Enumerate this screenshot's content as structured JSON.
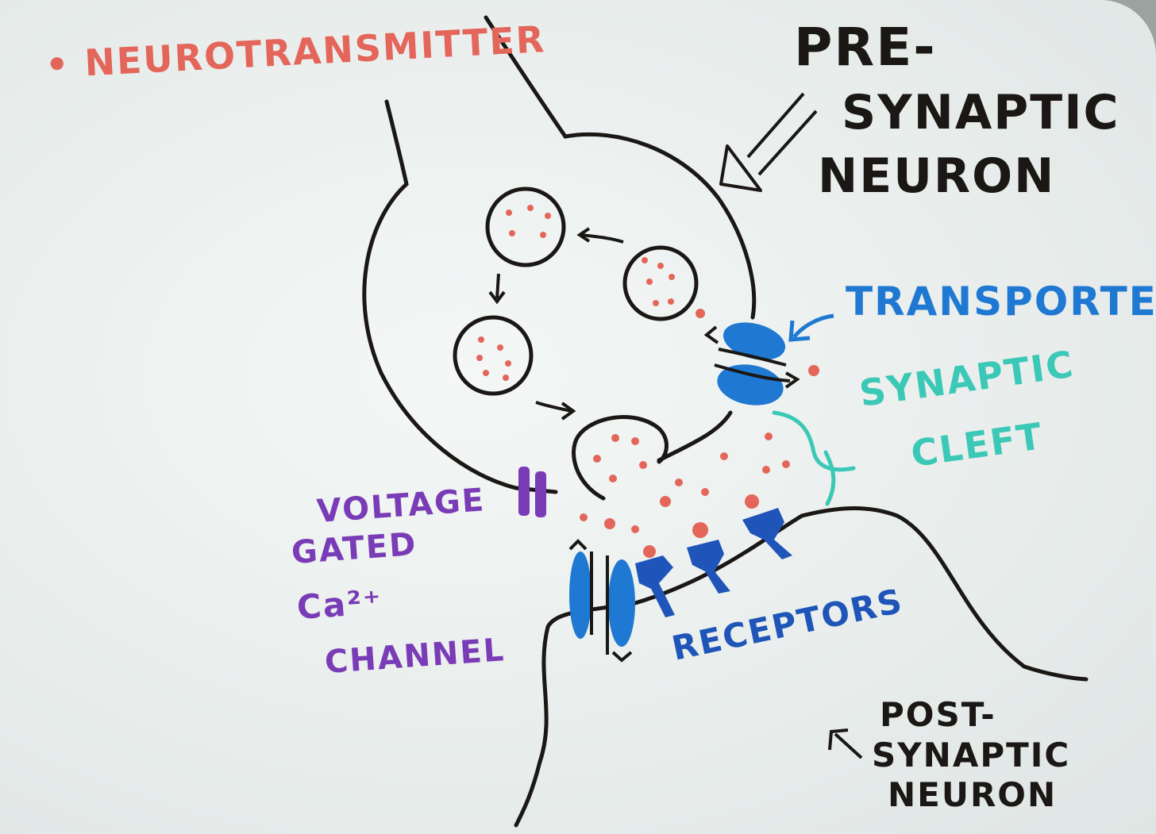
{
  "labels": {
    "legend": "• NEUROTRANSMITTER",
    "presynaptic": [
      "PRE-",
      "SYNAPTIC",
      "NEURON"
    ],
    "transporter": "TRANSPORTER",
    "synaptic_cleft": [
      "SYNAPTIC",
      "CLEFT"
    ],
    "voltage_gated": [
      "VOLTAGE",
      "GATED",
      "Ca²⁺",
      "CHANNEL"
    ],
    "receptors": "RECEPTORS",
    "postsynaptic": [
      "POST-",
      "SYNAPTIC",
      "NEURON"
    ]
  },
  "colors": {
    "ink_black": "#1a1714",
    "neurotransmitter_red": "#e4665a",
    "transporter_blue": "#1f78d1",
    "cleft_teal": "#3cc8b6",
    "channel_purple": "#7a3cb6",
    "receptor_navy": "#1f55b8"
  }
}
